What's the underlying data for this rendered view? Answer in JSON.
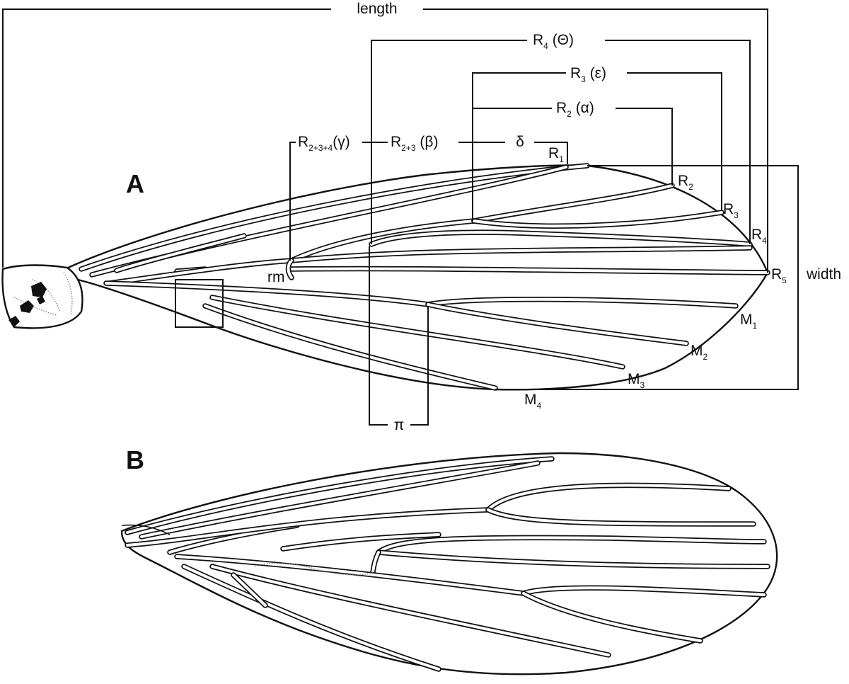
{
  "panels": {
    "a": "A",
    "b": "B"
  },
  "measures": {
    "length": "length",
    "width": "width",
    "r4": {
      "main": "R",
      "sub": "4",
      "rest": " (Θ)"
    },
    "r3": {
      "main": "R",
      "sub": "3",
      "rest": " (ε)"
    },
    "r2": {
      "main": "R",
      "sub": "2",
      "rest": " (α)"
    },
    "r234": {
      "main": "R",
      "sub": "2+3+4",
      "rest": "(γ)"
    },
    "r23": {
      "main": "R",
      "sub": "2+3",
      "rest": " (β)"
    },
    "delta": "δ",
    "pi": "π"
  },
  "veins": {
    "r1": {
      "main": "R",
      "sub": "1"
    },
    "r2": {
      "main": "R",
      "sub": "2"
    },
    "r3": {
      "main": "R",
      "sub": "3"
    },
    "r4": {
      "main": "R",
      "sub": "4"
    },
    "r5": {
      "main": "R",
      "sub": "5"
    },
    "rm": {
      "main": "rm",
      "sub": ""
    },
    "m1": {
      "main": "M",
      "sub": "1"
    },
    "m2": {
      "main": "M",
      "sub": "2"
    },
    "m3": {
      "main": "M",
      "sub": "3"
    },
    "m4": {
      "main": "M",
      "sub": "4"
    }
  }
}
